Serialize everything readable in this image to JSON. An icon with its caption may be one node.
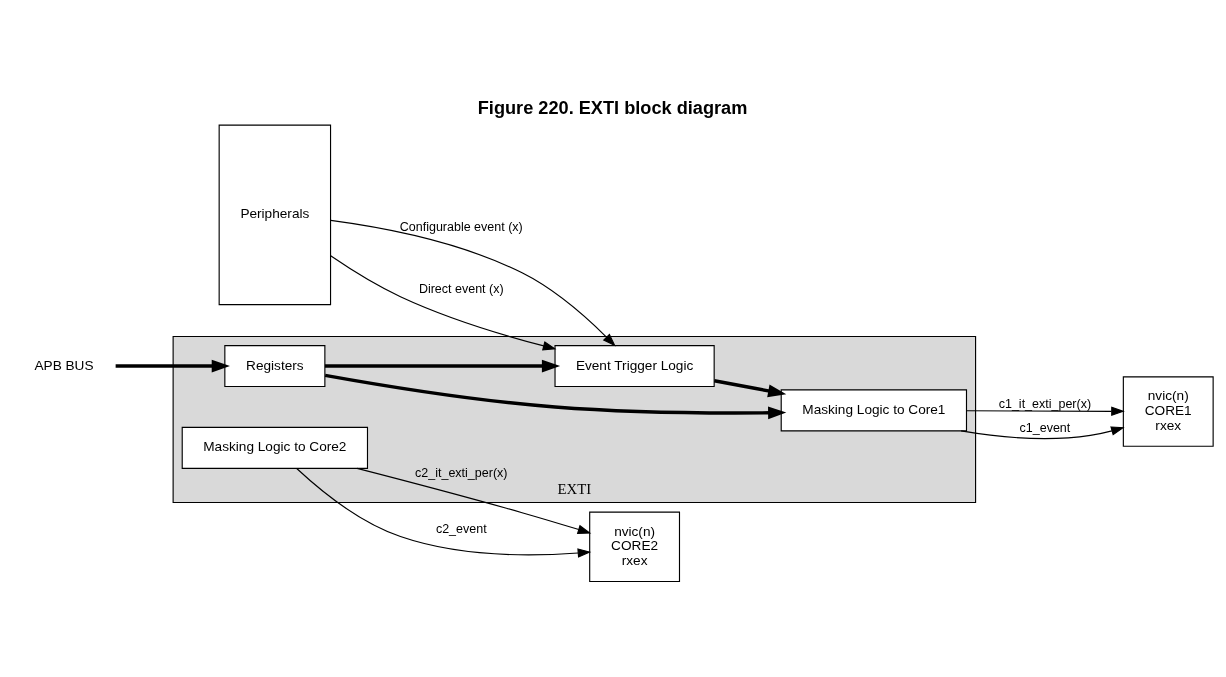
{
  "diagram": {
    "title": "Figure 220. EXTI block diagram",
    "nodes": [
      {
        "text": [
          "EXTI"
        ]
      },
      {
        "text": [
          "Registers"
        ],
        "in": 0
      },
      {
        "text": [
          "Event Trigger Logic"
        ],
        "in": 0
      },
      {
        "text": [
          "Masking Logic to Core1"
        ],
        "in": 0
      },
      {
        "text": [
          "Masking Logic to Core2"
        ],
        "in": 0
      },
      {
        "text": [
          "APB BUS"
        ]
      },
      {
        "text": [
          "Peripherals"
        ]
      },
      {
        "text": [
          "nvic(n)",
          "CORE1",
          "rxex"
        ]
      },
      {
        "text": [
          "nvic(n)",
          "CORE2",
          "rxex"
        ]
      }
    ],
    "edges": [
      {
        "from": 5,
        "to": 1,
        "arrow": "to",
        "style": "thick"
      },
      {
        "from": 1,
        "to": 2,
        "arrow": "to",
        "style": "thick"
      },
      {
        "from": 1,
        "to": 3,
        "arrow": "to",
        "style": "thick"
      },
      {
        "from": 6,
        "to": 2,
        "arrow": "to",
        "label": "Configurable event (x)"
      },
      {
        "from": 6,
        "to": 2,
        "arrow": "to",
        "label": "Direct event (x)"
      },
      {
        "from": 2,
        "to": 3,
        "arrow": "to",
        "style": "thick"
      },
      {
        "from": 3,
        "to": 7,
        "arrow": "to",
        "label": "c1_it_exti_per(x)"
      },
      {
        "from": 3,
        "to": 7,
        "arrow": "to",
        "label": "c1_event"
      },
      {
        "from": 4,
        "to": 8,
        "arrow": "to",
        "label": "c2_it_exti_per(x)"
      },
      {
        "from": 4,
        "to": 8,
        "arrow": "to",
        "label": "c2_event"
      }
    ]
  }
}
